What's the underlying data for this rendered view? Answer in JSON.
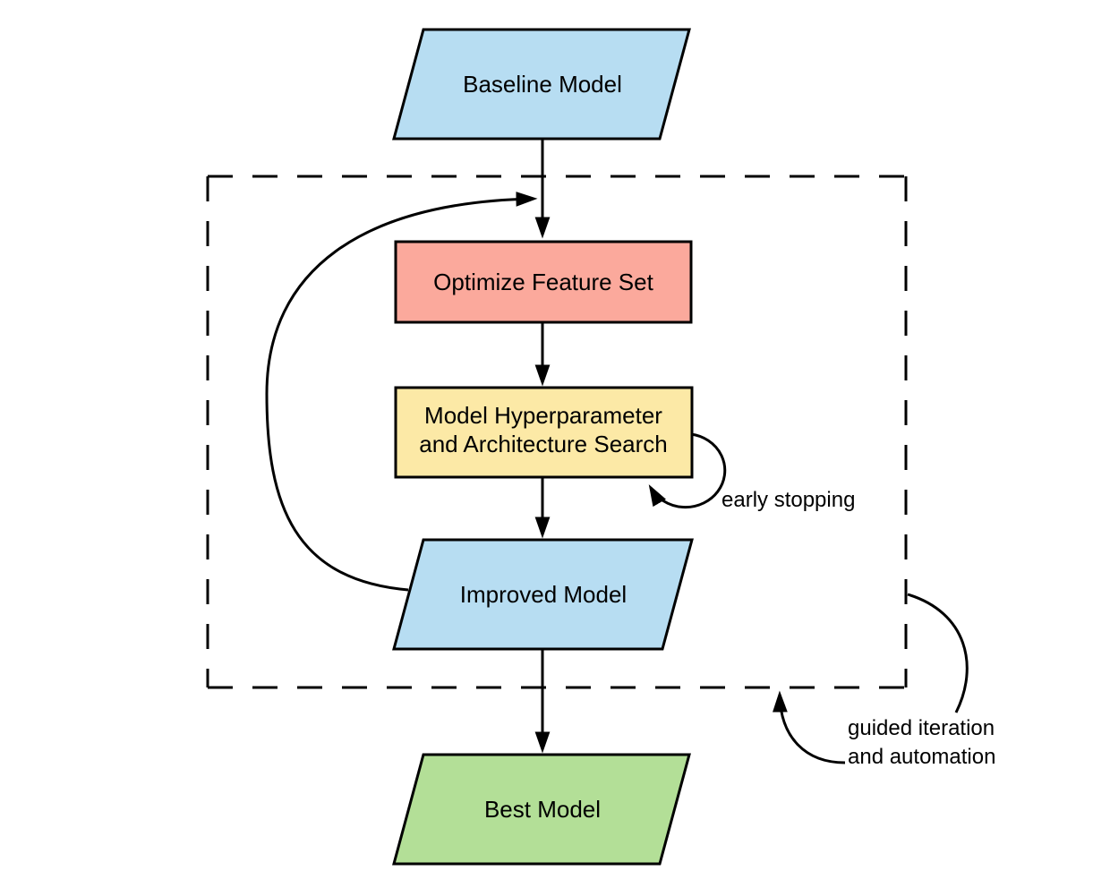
{
  "colors": {
    "background": "#ffffff",
    "stroke": "#000000",
    "blue": "#b7ddf2",
    "red": "#fba99c",
    "yellow": "#fce9a6",
    "green": "#b3df97"
  },
  "nodes": {
    "baseline": {
      "label": "Baseline Model",
      "fill": "#b7ddf2",
      "shape": "parallelogram"
    },
    "optimize": {
      "label": "Optimize Feature Set",
      "fill": "#fba99c",
      "shape": "rect"
    },
    "search": {
      "line1": "Model Hyperparameter",
      "line2": "and Architecture Search",
      "fill": "#fce9a6",
      "shape": "rect"
    },
    "improved": {
      "label": "Improved Model",
      "fill": "#b7ddf2",
      "shape": "parallelogram"
    },
    "best": {
      "label": "Best Model",
      "fill": "#b3df97",
      "shape": "parallelogram"
    }
  },
  "annotations": {
    "early_stopping": {
      "label": "early stopping"
    },
    "guided": {
      "line1": "guided iteration",
      "line2": "and automation"
    }
  }
}
